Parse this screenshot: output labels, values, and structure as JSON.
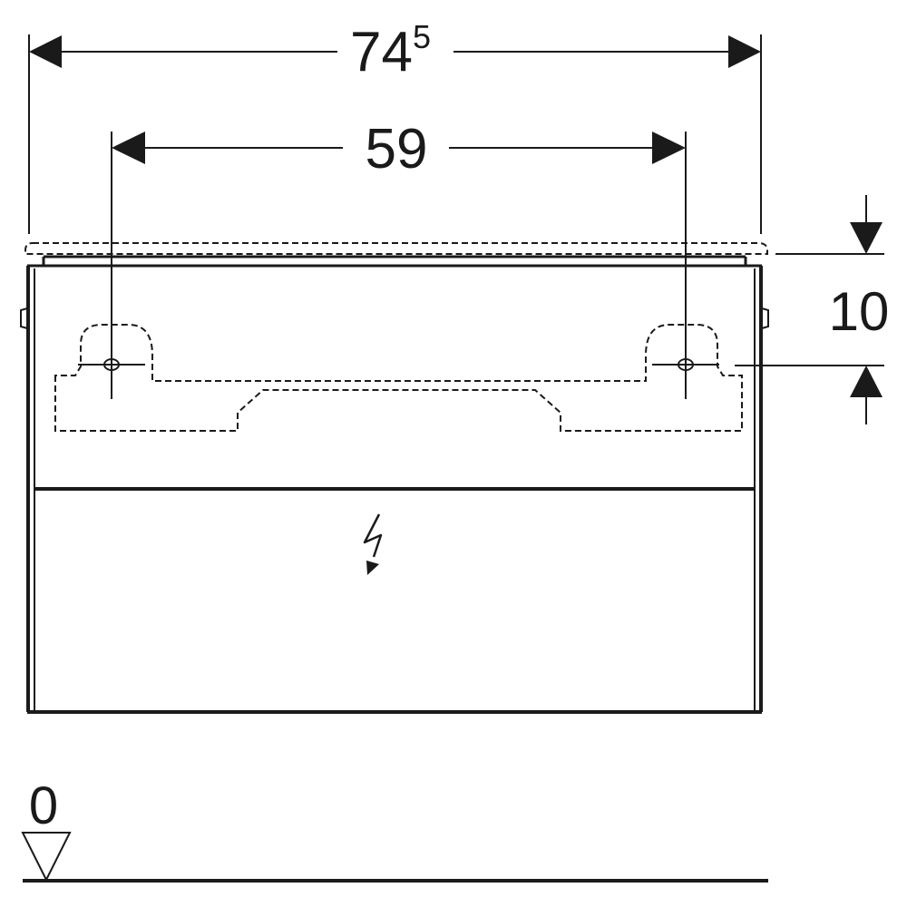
{
  "dimensions": {
    "overall_width": {
      "main": "74",
      "superscript": "5"
    },
    "mount_spacing": "59",
    "mount_height": "10",
    "floor_level": "0"
  },
  "symbols": {
    "electrical": "lightning-bolt-icon",
    "floor": "level-triangle-icon"
  },
  "colors": {
    "line": "#1a1a1a",
    "background": "#ffffff"
  }
}
